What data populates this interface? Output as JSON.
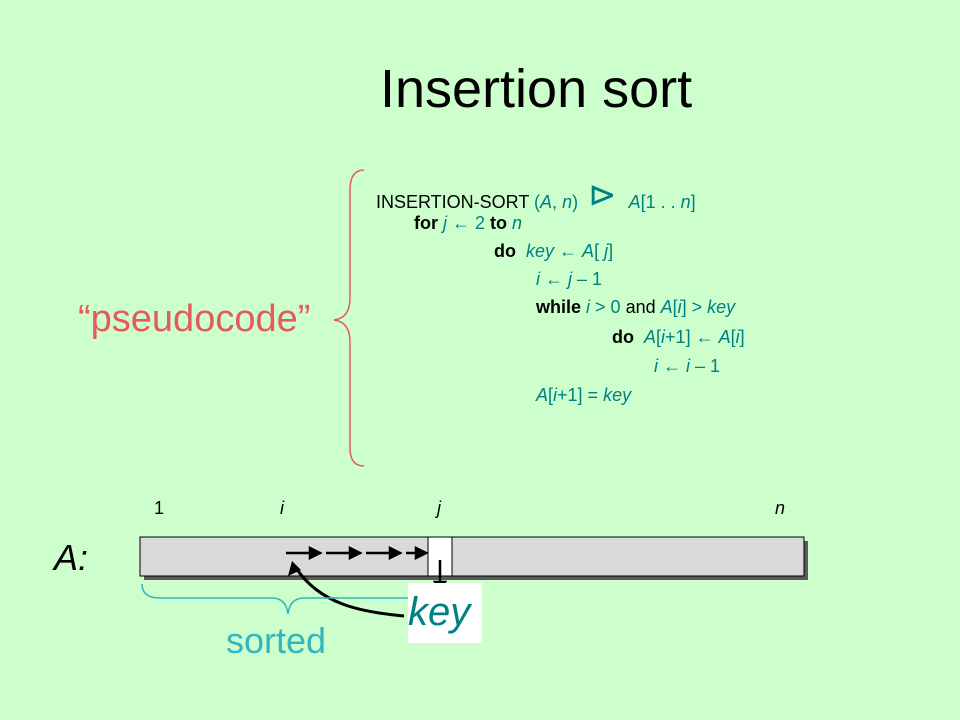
{
  "title": "Insertion sort",
  "pseudocode_label": "“pseudocode”",
  "code": {
    "header": {
      "name": "INSERTION-SORT",
      "open": " (",
      "arg1": "A",
      "comma": ", ",
      "arg2": "n",
      "close": ")",
      "comment_symbol": "⊳",
      "comment_a": "A",
      "comment_range_open": "[1 . . ",
      "comment_n": "n",
      "comment_range_close": "]"
    },
    "line1": {
      "kw_for": "for",
      "var": "j",
      "rest": " ← 2 ",
      "kw_to": "to",
      "end": "n"
    },
    "line2": {
      "kw_do": "do",
      "var": "key",
      "mid": " ← ",
      "arr": "A",
      "idx_open": "[ ",
      "idx": "j",
      "idx_close": "]"
    },
    "line3": {
      "var": "i",
      "mid": " ← ",
      "var2": "j",
      "end": " – 1"
    },
    "line4": {
      "kw_while": "while",
      "var": "i",
      "gt0": " > 0 ",
      "kw_and": "and",
      "arr": "A",
      "idx_open": "[",
      "idx": "i",
      "idx_close": "] > ",
      "key": "key"
    },
    "line5": {
      "kw_do": "do",
      "arr": "A",
      "idx_open": "[",
      "idx": "i",
      "idx_plus": "+1] ← ",
      "arr2": "A",
      "idx2_open": "[",
      "idx2": "i",
      "idx2_close": "]"
    },
    "line6": {
      "var": "i",
      "mid": " ← ",
      "var2": "i",
      "end": " – 1"
    },
    "line7": {
      "arr": "A",
      "idx_open": "[",
      "idx": "i",
      "idx_plus": "+1] = ",
      "key": "key"
    }
  },
  "array": {
    "label": "A:",
    "index_labels": {
      "first": "1",
      "i": "i",
      "j": "j",
      "n": "n"
    },
    "key_label": "key",
    "sorted_label": "sorted"
  },
  "colors": {
    "background": "#ccffcc",
    "pseudocode": "#e65a5a",
    "teal": "#008080",
    "sorted": "#33b5c0",
    "array_fill": "#d9d9d9"
  }
}
